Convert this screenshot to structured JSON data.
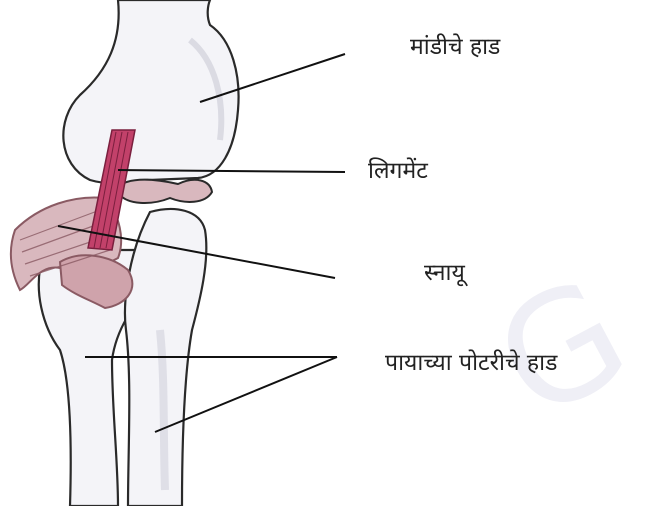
{
  "labels": {
    "femur": "मांडीचे हाड",
    "ligament": "लिगमेंट",
    "muscle": "स्नायू",
    "leg_bones": "पायाच्या पोटरीचे हाड"
  },
  "colors": {
    "bone_fill": "#f4f4f8",
    "bone_outline": "#2a2a2a",
    "ligament": "#c2416a",
    "muscle": "#d9b8be",
    "muscle_dark": "#8a5a63",
    "leader_line": "#111111",
    "watermark": "#efeff6"
  },
  "watermark_text": "G"
}
